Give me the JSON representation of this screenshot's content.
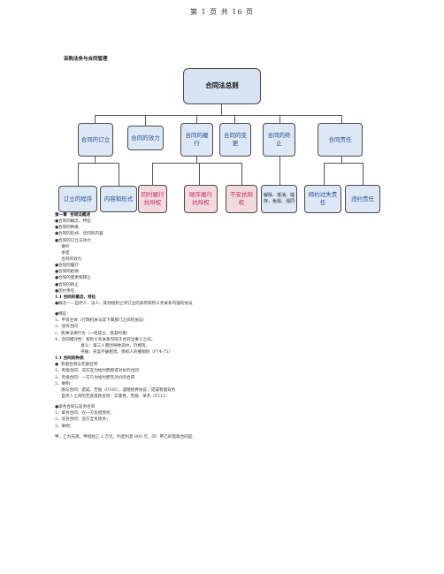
{
  "header": {
    "page_text": "第 1 页 共 16 页"
  },
  "doc_title": "采购法务与合同管理",
  "diagram": {
    "root": "合同法总则",
    "level2": [
      "合同的订立",
      "合同的效力",
      "合同的履行",
      "合同的变更",
      "合同的终止",
      "合同责任"
    ],
    "leaves": {
      "l1": "订立的程序",
      "l2": "内容和形式",
      "l3": "同时履行抗辩权",
      "l4": "顺序履行抗辩权",
      "l5": "不安抗辩权",
      "l6": "解除、抵消、提存、免除、混同",
      "l7": "缔约过失责任",
      "l8": "违约责任"
    }
  },
  "body": {
    "lines": [
      {
        "text": "第一章  合同法概述",
        "bold": true
      },
      {
        "text": "●合同的概念、特征"
      },
      {
        "text": "●合同的种类"
      },
      {
        "text": "●合同的形式、合同的内容"
      },
      {
        "text": "●合同的订立与效力"
      },
      {
        "text": "     要约"
      },
      {
        "text": "     承诺"
      },
      {
        "text": "     合同的效力"
      },
      {
        "text": "●合同的履行"
      },
      {
        "text": "●合同的担保"
      },
      {
        "text": "●合同的变更和转让"
      },
      {
        "text": "●合同的终止"
      },
      {
        "text": "●违约责任"
      },
      {
        "text": "1.1 合同的概念、特征",
        "bold": true
      },
      {
        "text": "●概念——自然人、法人、其他组织之间订立的具有权利义务关系内容的协议"
      },
      {
        "gap": true
      },
      {
        "text": "●特征："
      },
      {
        "text": "1、平等主体（行政机关与其下属部门之间的协议）"
      },
      {
        "text": "2、双务合同"
      },
      {
        "text": "c、民事法律行为（一经成立，受其约束）"
      },
      {
        "text": "4、合同相对性：权利义务关系仅限于合同当事人之间。"
      },
      {
        "text": "                    意义：第三人原因导致违约，仍相等。"
      },
      {
        "text": "                    突破：买卖不破租赁，债权人的撤销权（P74-75）"
      },
      {
        "text": "1.1 合同的种类",
        "bold": true
      },
      {
        "text": "●  有偿合同与无偿合同"
      },
      {
        "text": "1、有偿合同：双方互为给付而取得对价的合同"
      },
      {
        "text": "2、无偿合同：一方只为给付而无对价的合同"
      },
      {
        "text": "3、举例："
      },
      {
        "text": "     赠与合同：诺成、无偿（P185），遗赠抚养协议，诺成有偿双务"
      },
      {
        "text": "     自然人之间的无息借款合同：实践性、无偿、单务（P211）"
      },
      {
        "gap": true
      },
      {
        "text": "●单务合同与双务合同"
      },
      {
        "text": "1、单务合同：仅一方负担债务；"
      },
      {
        "text": "2、双务合同：双方互负债务；"
      },
      {
        "text": "3、举例："
      },
      {
        "gap": true
      },
      {
        "text": "甲、乙为兄弟，甲借给乙 1 万元，约定利息 800 元，问：甲乙的借款合同是："
      }
    ]
  }
}
